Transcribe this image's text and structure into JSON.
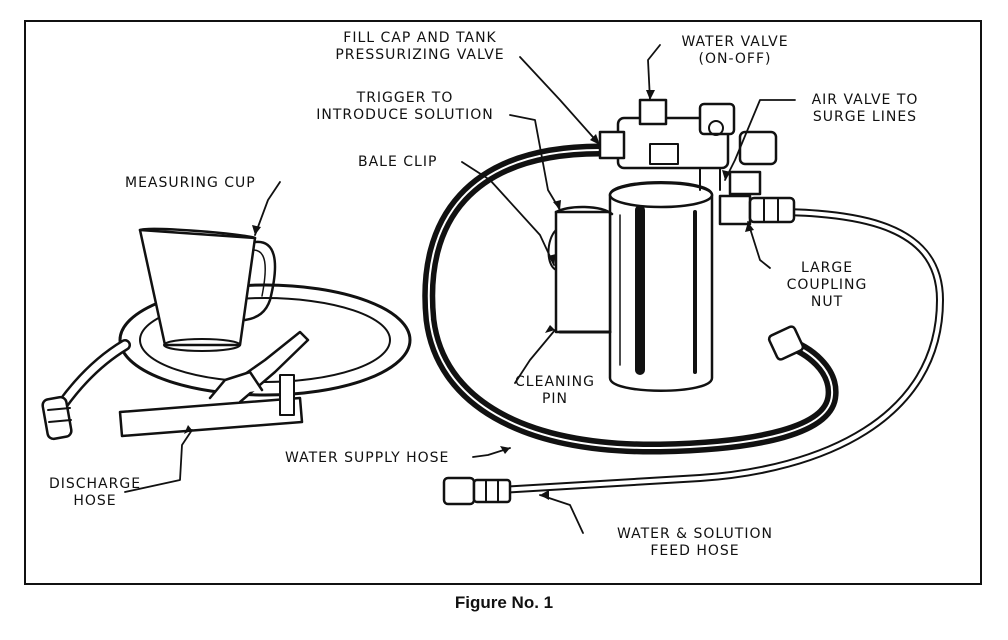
{
  "labels": {
    "fill_cap_line1": "FILL CAP AND TANK",
    "fill_cap_line2": "PRESSURIZING VALVE",
    "water_valve_line1": "WATER VALVE",
    "water_valve_line2": "(ON-OFF)",
    "trigger_line1": "TRIGGER TO",
    "trigger_line2": "INTRODUCE SOLUTION",
    "air_valve_line1": "AIR VALVE TO",
    "air_valve_line2": "SURGE LINES",
    "bale_clip": "BALE CLIP",
    "measuring_cup": "MEASURING CUP",
    "large_coupling_line1": "LARGE",
    "large_coupling_line2": "COUPLING",
    "large_coupling_line3": "NUT",
    "cleaning_pin_line1": "CLEANING",
    "cleaning_pin_line2": "PIN",
    "water_supply_hose": "WATER SUPPLY HOSE",
    "discharge_line1": "DISCHARGE",
    "discharge_line2": "HOSE",
    "feed_hose_line1": "WATER & SOLUTION",
    "feed_hose_line2": "FEED HOSE"
  },
  "caption": "Figure No. 1"
}
